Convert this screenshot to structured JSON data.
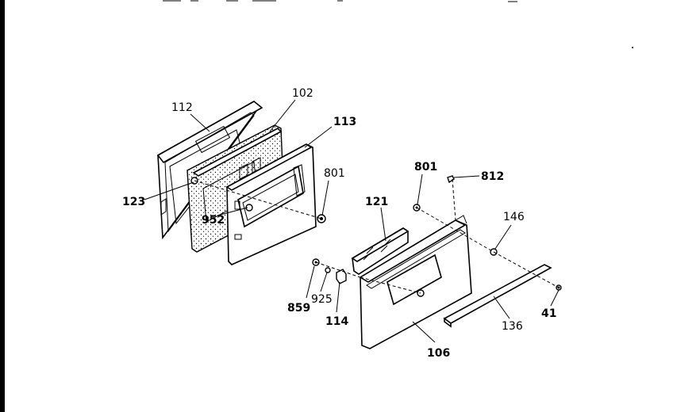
{
  "parts": [
    {
      "id": "p112",
      "label": "112",
      "bold": false
    },
    {
      "id": "p102",
      "label": "102",
      "bold": false
    },
    {
      "id": "p113",
      "label": "113",
      "bold": true
    },
    {
      "id": "p123",
      "label": "123",
      "bold": true
    },
    {
      "id": "p952",
      "label": "952",
      "bold": true
    },
    {
      "id": "p801a",
      "label": "801",
      "bold": false
    },
    {
      "id": "p801b",
      "label": "801",
      "bold": true
    },
    {
      "id": "p812",
      "label": "812",
      "bold": true
    },
    {
      "id": "p121",
      "label": "121",
      "bold": true
    },
    {
      "id": "p146",
      "label": "146",
      "bold": false
    },
    {
      "id": "p859",
      "label": "859",
      "bold": true
    },
    {
      "id": "p925",
      "label": "925",
      "bold": false
    },
    {
      "id": "p114",
      "label": "114",
      "bold": true
    },
    {
      "id": "p106",
      "label": "106",
      "bold": true
    },
    {
      "id": "p136",
      "label": "136",
      "bold": false
    },
    {
      "id": "p41",
      "label": "41",
      "bold": true
    }
  ]
}
